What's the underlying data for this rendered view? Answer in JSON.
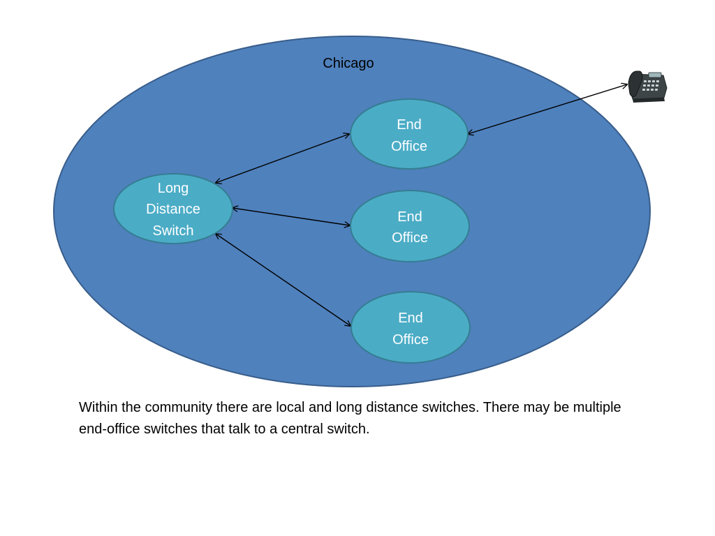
{
  "colors": {
    "region_fill": "#4F81BD",
    "region_stroke": "#385D8A",
    "node_fill": "#4BACC6",
    "node_stroke": "#357D91",
    "node_text": "#FFFFFF",
    "edge": "#000000",
    "caption_text": "#000000"
  },
  "diagram": {
    "region": {
      "label": "Chicago"
    },
    "nodes": [
      {
        "id": "long-distance-switch",
        "lines": [
          "Long",
          "Distance",
          "Switch"
        ]
      },
      {
        "id": "end-office-1",
        "lines": [
          "End",
          "Office"
        ]
      },
      {
        "id": "end-office-2",
        "lines": [
          "End",
          "Office"
        ]
      },
      {
        "id": "end-office-3",
        "lines": [
          "End",
          "Office"
        ]
      }
    ],
    "edges": [
      {
        "from": "long-distance-switch",
        "to": "end-office-1",
        "arrows": "both"
      },
      {
        "from": "long-distance-switch",
        "to": "end-office-2",
        "arrows": "both"
      },
      {
        "from": "long-distance-switch",
        "to": "end-office-3",
        "arrows": "both"
      },
      {
        "from": "end-office-1",
        "to": "telephone",
        "arrows": "both"
      }
    ],
    "icons": [
      {
        "id": "telephone",
        "icon": "desk-telephone-icon"
      }
    ]
  },
  "caption": {
    "text": "Within the community there are local and long distance switches. There may be multiple end-office switches that talk to a central switch."
  }
}
